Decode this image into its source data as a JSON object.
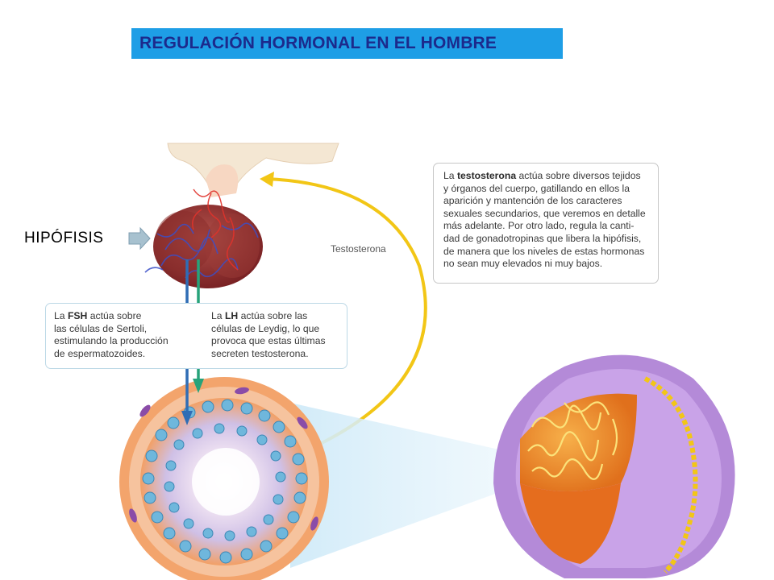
{
  "title": "REGULACIÓN HORMONAL EN EL HOMBRE",
  "side_label": "HIPÓFISIS",
  "arrow_label": "Testosterona",
  "fsh_note": {
    "prefix": "La ",
    "hormone": "FSH",
    "text": " actúa sobre\nlas células de Sertoli,\nestimulando la producción\nde espermatozoides."
  },
  "lh_note": {
    "prefix": "La ",
    "hormone": "LH",
    "text": " actúa sobre las\ncélulas de Leydig, lo que\nprovoca que estas últimas\nsecreten testosterona."
  },
  "testosterone_note": {
    "prefix": "La ",
    "hormone": "testosterona",
    "text": " actúa sobre diversos tejidos\ny órganos del cuerpo, gatillando en ellos la\naparición y mantención de los caracteres\nsexuales secundarios, que veremos en detalle\nmás adelante. Por otro lado, regula la canti-\ndad de gonadotropinas que libera la hipófisis,\nde manera que los niveles de estas hormonas\nno sean muy elevados ni muy bajos."
  },
  "colors": {
    "title_bg": "#1e9ee6",
    "title_text": "#1c2a8c",
    "fsh_arrow": "#2f6db5",
    "lh_arrow": "#27a37a",
    "testosterone_arrow": "#f2c616",
    "pointer_arrow": "#9ab8c8"
  }
}
